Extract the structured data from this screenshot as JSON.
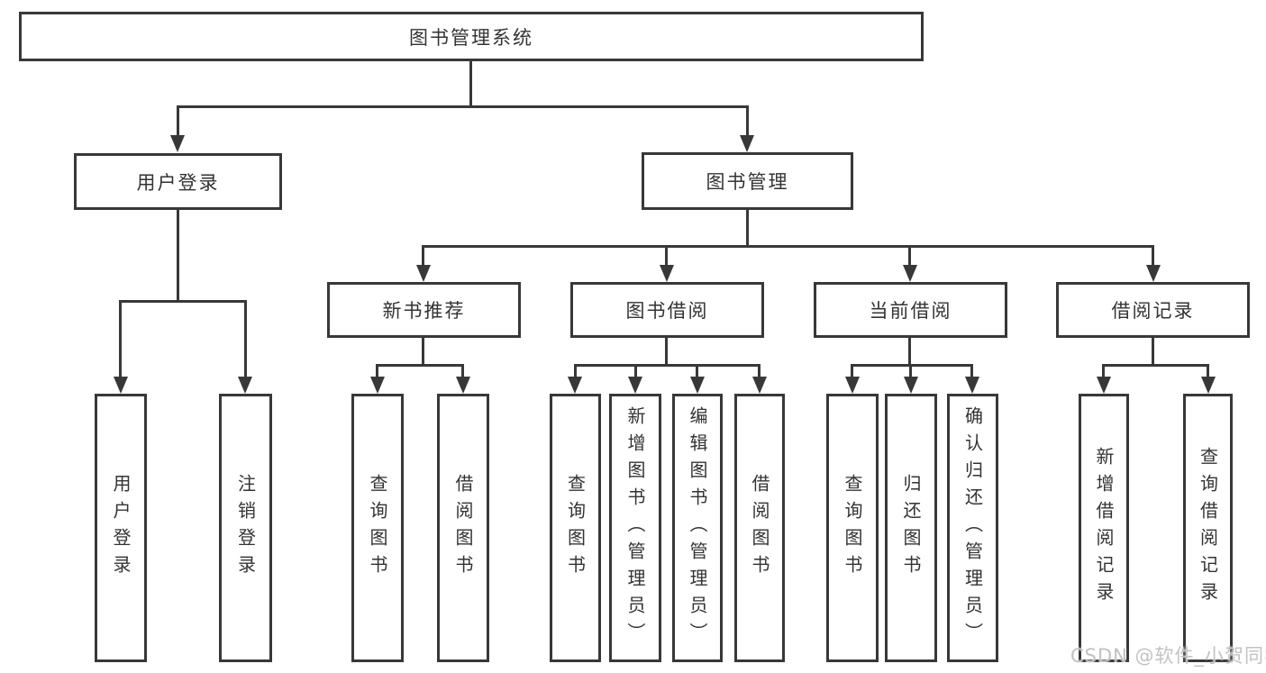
{
  "title": "图书管理系统",
  "level2": {
    "user_login": {
      "label": "用户登录",
      "children": [
        "用户登录",
        "注销登录"
      ]
    },
    "book_mgmt": {
      "label": "图书管理"
    }
  },
  "level3": {
    "new_book_rec": {
      "label": "新书推荐",
      "children": [
        "查询图书",
        "借阅图书"
      ]
    },
    "book_borrow": {
      "label": "图书借阅",
      "children": [
        "查询图书",
        "新增图书（管理员）",
        "编辑图书（管理员）",
        "借阅图书"
      ]
    },
    "current_borrow": {
      "label": "当前借阅",
      "children": [
        "查询图书",
        "归还图书",
        "确认归还（管理员）"
      ]
    },
    "borrow_records": {
      "label": "借阅记录",
      "children": [
        "新增借阅记录",
        "查询借阅记录"
      ]
    }
  },
  "watermark": {
    "text": "CSDN @软件_小贺同学"
  },
  "colors": {
    "line": "#383838",
    "text": "#333333",
    "watermark": "#c2c2c2",
    "background": "#ffffff"
  }
}
